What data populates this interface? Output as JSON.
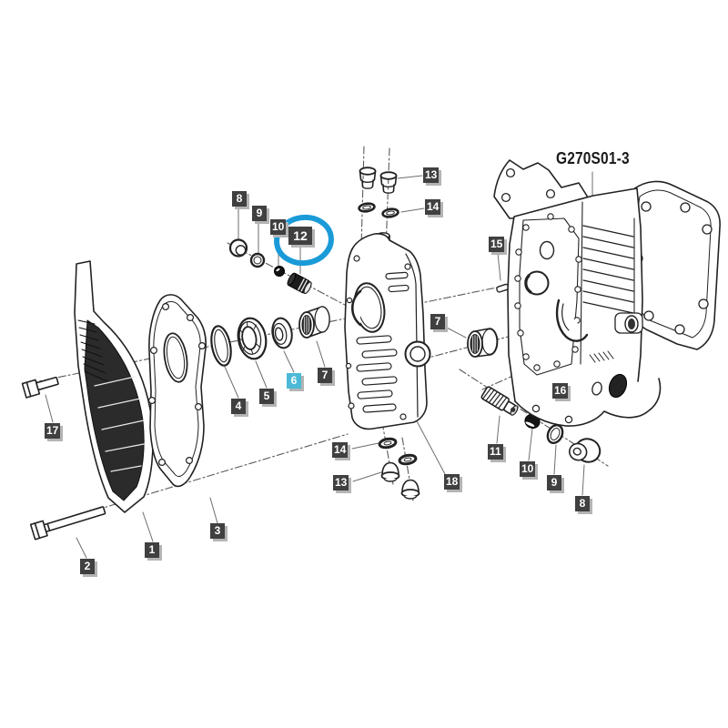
{
  "diagram": {
    "title": "G270S01-3",
    "highlighted_badge": "12",
    "selected_badge": "6",
    "colors": {
      "line_art": "#222222",
      "badge_bg": "#404040",
      "badge_text": "#ffffff",
      "badge_shadow": "#b4b4b4",
      "selected_badge_bg": "#4cb9d6",
      "highlight_ellipse": "#1a9bd8"
    },
    "badges": [
      {
        "label": "8"
      },
      {
        "label": "9"
      },
      {
        "label": "10"
      },
      {
        "label": "12",
        "highlighted": true
      },
      {
        "label": "13"
      },
      {
        "label": "14"
      },
      {
        "label": "15"
      },
      {
        "label": "7"
      },
      {
        "label": "16"
      },
      {
        "label": "11"
      },
      {
        "label": "10"
      },
      {
        "label": "9"
      },
      {
        "label": "8"
      },
      {
        "label": "18"
      },
      {
        "label": "14"
      },
      {
        "label": "13"
      },
      {
        "label": "17"
      },
      {
        "label": "1"
      },
      {
        "label": "2"
      },
      {
        "label": "3"
      },
      {
        "label": "4"
      },
      {
        "label": "5"
      },
      {
        "label": "6",
        "selected": true
      },
      {
        "label": "7"
      }
    ]
  }
}
